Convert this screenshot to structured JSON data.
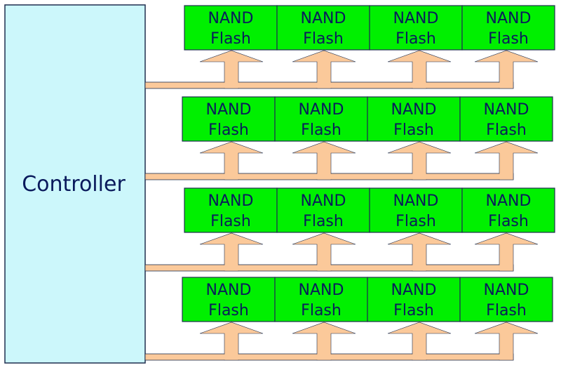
{
  "controller": {
    "label": "Controller"
  },
  "chip": {
    "line1": "NAND",
    "line2": "Flash"
  },
  "layout_rows": 4,
  "chips_per_row": 4,
  "colors": {
    "controller_fill": "#ccf7fb",
    "chip_fill": "#00f000",
    "text": "#0a1a5c",
    "bus_fill": "#fbc99a",
    "outline": "#1f2f4f"
  }
}
